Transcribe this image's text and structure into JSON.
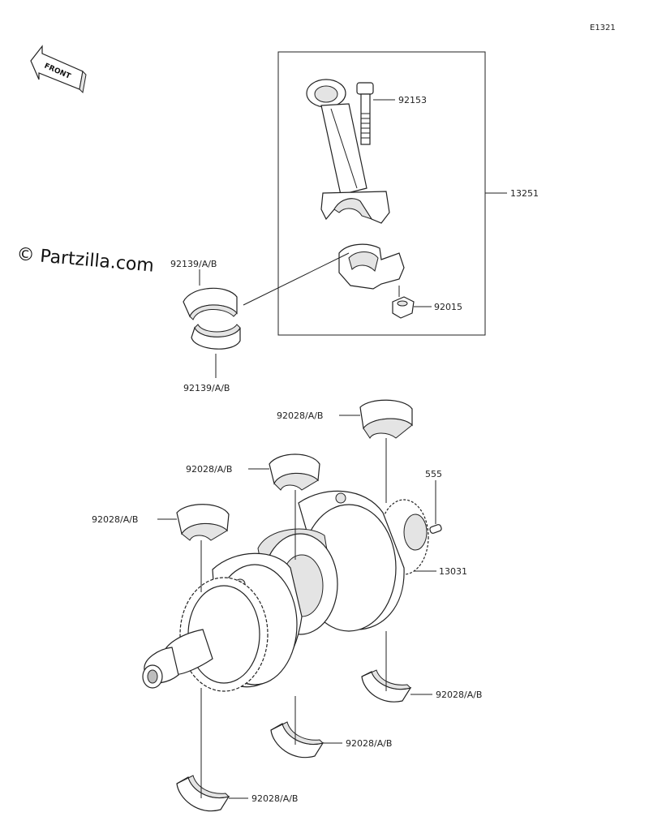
{
  "diagram_code": "E1321",
  "watermark": "© Partzilla.com",
  "front_label": "FRONT",
  "parts": {
    "bolt": "92153",
    "connecting_rod_assy": "13251",
    "rod_bearing_upper": "92139/A/B",
    "rod_bearing_lower": "92139/A/B",
    "nut": "92015",
    "main_bearing_top_right": "92028/A/B",
    "main_bearing_top_mid": "92028/A/B",
    "main_bearing_top_left": "92028/A/B",
    "pin": "555",
    "crankshaft": "13031",
    "main_bearing_bottom_right": "92028/A/B",
    "main_bearing_bottom_mid": "92028/A/B",
    "main_bearing_bottom_left": "92028/A/B"
  }
}
